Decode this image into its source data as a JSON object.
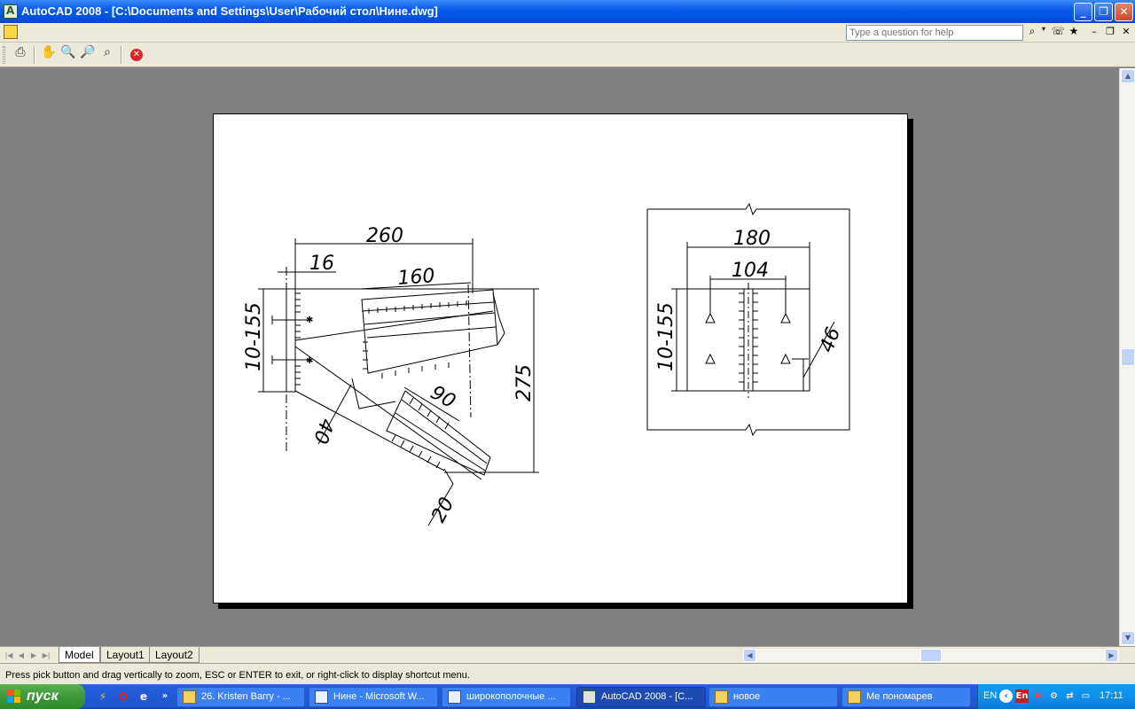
{
  "window": {
    "title": "AutoCAD 2008 - [C:\\Documents and Settings\\User\\Рабочий стол\\Нине.dwg]",
    "minimize_icon": "minimize-icon",
    "restore_icon": "restore-icon",
    "close_icon": "close-icon"
  },
  "menubar": {
    "help_placeholder": "Type a question for help"
  },
  "drawing": {
    "left_view": {
      "dim_overall_width": "260",
      "dim_plate_thickness": "16",
      "dim_weld_length": "160",
      "dim_height_range": "10-155",
      "dim_height": "275",
      "dim_diagonal_weld": "90",
      "dim_angle_offset": "40",
      "dim_bottom": "20"
    },
    "right_view": {
      "dim_width": "180",
      "dim_inner": "104",
      "dim_height_range": "10-155",
      "dim_edge": "46"
    }
  },
  "tabs": [
    {
      "label": "Model",
      "active": true
    },
    {
      "label": "Layout1",
      "active": false
    },
    {
      "label": "Layout2",
      "active": false
    }
  ],
  "command_line": {
    "prompt": "Press pick button and drag vertically to zoom, ESC or ENTER to exit, or right-click to display shortcut menu."
  },
  "taskbar": {
    "start_label": "пуск",
    "tasks": [
      {
        "label": "26. Kristen Barry - ...",
        "icon": "winamp-icon"
      },
      {
        "label": "Нине - Microsoft W...",
        "icon": "word-icon"
      },
      {
        "label": "широкополочные ...",
        "icon": "word-icon"
      },
      {
        "label": "AutoCAD 2008 - [C...",
        "icon": "autocad-icon",
        "active": true
      },
      {
        "label": "новое",
        "icon": "folder-icon"
      },
      {
        "label": "Ме пономарев",
        "icon": "folder-icon"
      }
    ],
    "tray_lang": "EN",
    "clock": "17:11"
  }
}
